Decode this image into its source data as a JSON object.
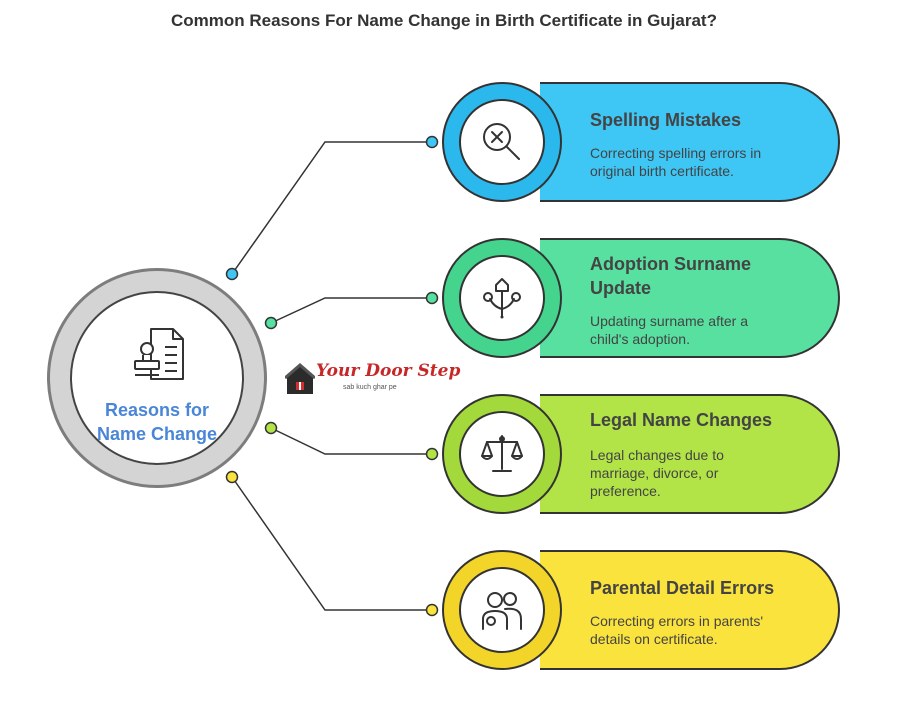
{
  "title": "Common Reasons For Name Change in Birth Certificate in Gujarat?",
  "hub": {
    "label_line1": "Reasons for",
    "label_line2": "Name Change",
    "icon": "document-stamp-icon"
  },
  "logo": {
    "text": "Your Door Step",
    "tagline": "sab kuch ghar pe",
    "icon": "house-icon"
  },
  "items": [
    {
      "title": "Spelling Mistakes",
      "desc_line1": "Correcting spelling errors in",
      "desc_line2": "original birth certificate.",
      "icon": "magnifier-x-icon",
      "color": "#3ec6f5",
      "ring_color": "#2bb8ec"
    },
    {
      "title_line1": "Adoption Surname",
      "title_line2": "Update",
      "desc_line1": "Updating surname after a",
      "desc_line2": "child's adoption.",
      "icon": "family-tree-icon",
      "color": "#57e0a0",
      "ring_color": "#44d48e"
    },
    {
      "title": "Legal Name Changes",
      "desc_line1": "Legal changes due to",
      "desc_line2": "marriage, divorce, or",
      "desc_line3": "preference.",
      "icon": "scales-icon",
      "color": "#b2e448",
      "ring_color": "#a3d93a"
    },
    {
      "title": "Parental Detail Errors",
      "desc_line1": "Correcting errors in parents'",
      "desc_line2": "details on certificate.",
      "icon": "parents-icon",
      "color": "#fbe33d",
      "ring_color": "#f3d52a"
    }
  ]
}
